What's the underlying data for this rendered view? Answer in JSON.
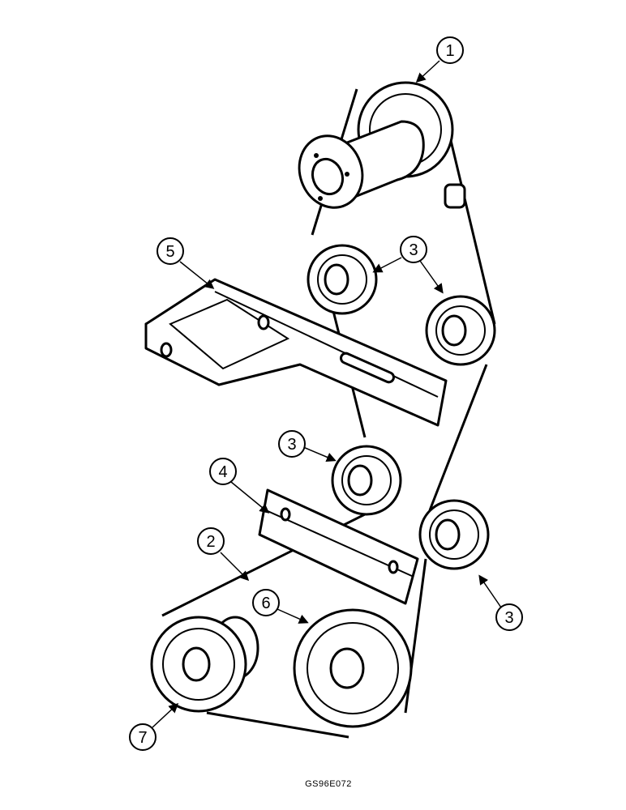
{
  "figure": {
    "code": "GS96E072"
  },
  "callouts": [
    {
      "id": "c1",
      "label": "1"
    },
    {
      "id": "c2",
      "label": "2"
    },
    {
      "id": "c3a",
      "label": "3"
    },
    {
      "id": "c3b",
      "label": "3"
    },
    {
      "id": "c3c",
      "label": "3"
    },
    {
      "id": "c4",
      "label": "4"
    },
    {
      "id": "c5",
      "label": "5"
    },
    {
      "id": "c6",
      "label": "6"
    },
    {
      "id": "c7",
      "label": "7"
    }
  ]
}
